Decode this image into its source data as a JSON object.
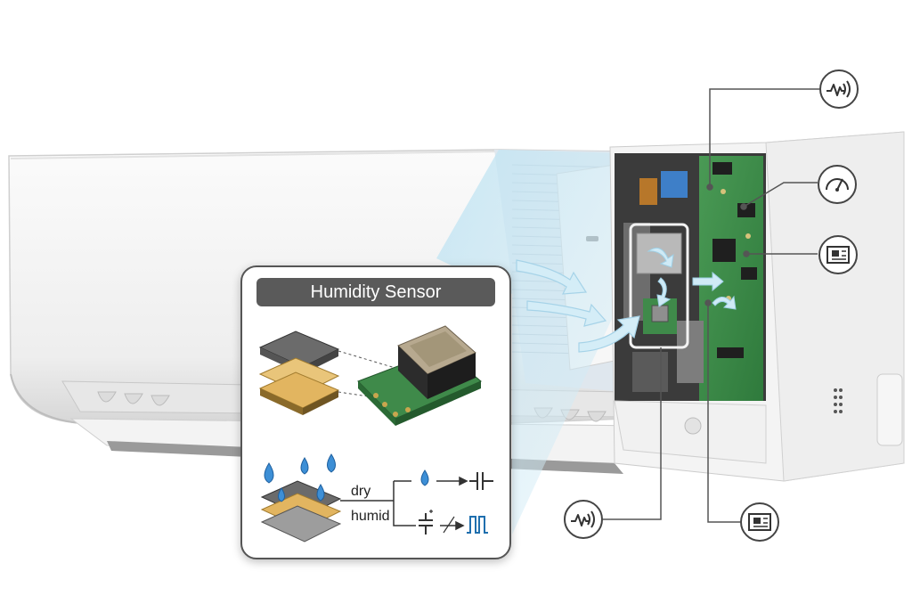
{
  "card": {
    "title": "Humidity Sensor",
    "state_dry": "dry",
    "state_humid": "humid"
  },
  "icons": {
    "callout_top": "vibration-sensor-icon",
    "callout_gauge": "gauge-icon",
    "callout_board": "circuit-board-icon",
    "callout_bottom_left": "vibration-sensor-icon",
    "callout_bottom_right": "circuit-board-icon",
    "dry_output": "capacitor-icon",
    "humid_output": "variable-capacitor-icon",
    "humid_signal": "pulse-wave-icon"
  },
  "colors": {
    "pcb_green": "#3f8a4a",
    "water_blue": "#3d8fd6",
    "airflow": "#bfe3f2",
    "card_header": "#5a5a5a",
    "line": "#555555"
  }
}
